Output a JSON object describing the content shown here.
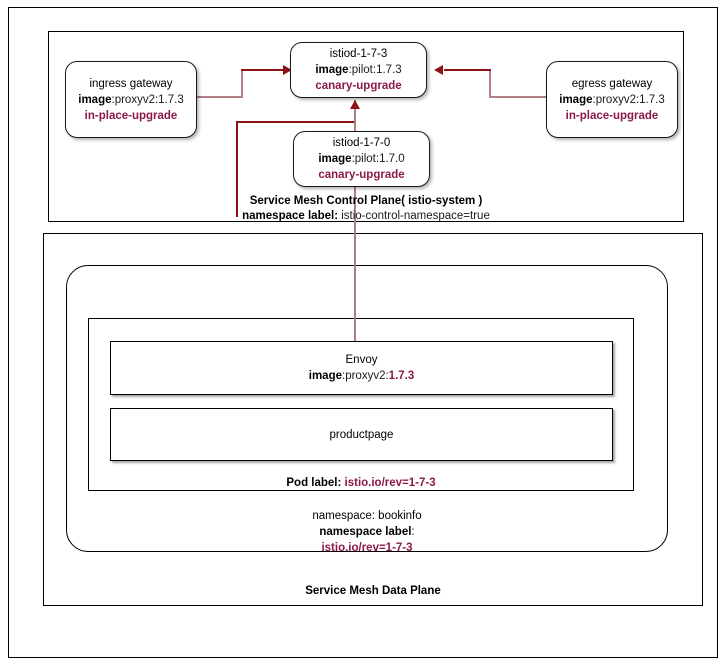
{
  "diagram": {
    "title": "Istio canary upgrade / in-place upgrade diagram",
    "colors": {
      "accent_maroon": "#8b1a4a",
      "connector_light": "#b07f85",
      "connector_dark": "#8b1313",
      "border": "#000000",
      "background": "#ffffff"
    }
  },
  "control_plane": {
    "caption_title": "Service Mesh Control Plane( istio-system )",
    "caption_label_key": "namespace label:",
    "caption_label_value": " istio-control-namespace=true",
    "nodes": {
      "ingress_gateway": {
        "name": "ingress gateway",
        "image_key": "image",
        "image_value": ":proxyv2:1.7.3",
        "strategy": "in-place-upgrade"
      },
      "egress_gateway": {
        "name": "egress gateway",
        "image_key": "image",
        "image_value": ":proxyv2:1.7.3",
        "strategy": "in-place-upgrade"
      },
      "istiod_new": {
        "name": "istiod-1-7-3",
        "image_key": "image",
        "image_value": ":pilot:1.7.3",
        "strategy": "canary-upgrade"
      },
      "istiod_old": {
        "name": "istiod-1-7-0",
        "image_key": "image",
        "image_value": ":pilot:1.7.0",
        "strategy": "canary-upgrade"
      }
    }
  },
  "data_plane": {
    "caption_title": "Service Mesh Data Plane",
    "namespace_line": "namespace: bookinfo",
    "namespace_label_key": "namespace label",
    "namespace_label_colon": ":",
    "namespace_label_value": "istio.io/rev=1-7-3",
    "pod_label_key": "Pod label:",
    "pod_label_value": " istio.io/rev=1-7-3",
    "containers": {
      "envoy": {
        "name": "Envoy",
        "image_key": "image",
        "image_mid": ":proxyv2:",
        "image_version": "1.7.3"
      },
      "app": {
        "name": "productpage"
      }
    }
  },
  "connectors": [
    {
      "id": "ingress-to-istiod",
      "from": "ingress gateway",
      "to": "istiod-1-7-3",
      "arrowhead": "right"
    },
    {
      "id": "egress-to-istiod",
      "from": "egress gateway",
      "to": "istiod-1-7-3",
      "arrowhead": "left"
    },
    {
      "id": "istiod-old-to-istiod-new",
      "from": "istiod-1-7-0 region",
      "to": "istiod-1-7-3",
      "arrowhead": "up"
    },
    {
      "id": "istiod-to-envoy",
      "from": "istiod-1-7-3",
      "to": "Envoy",
      "arrowhead": "none"
    }
  ]
}
